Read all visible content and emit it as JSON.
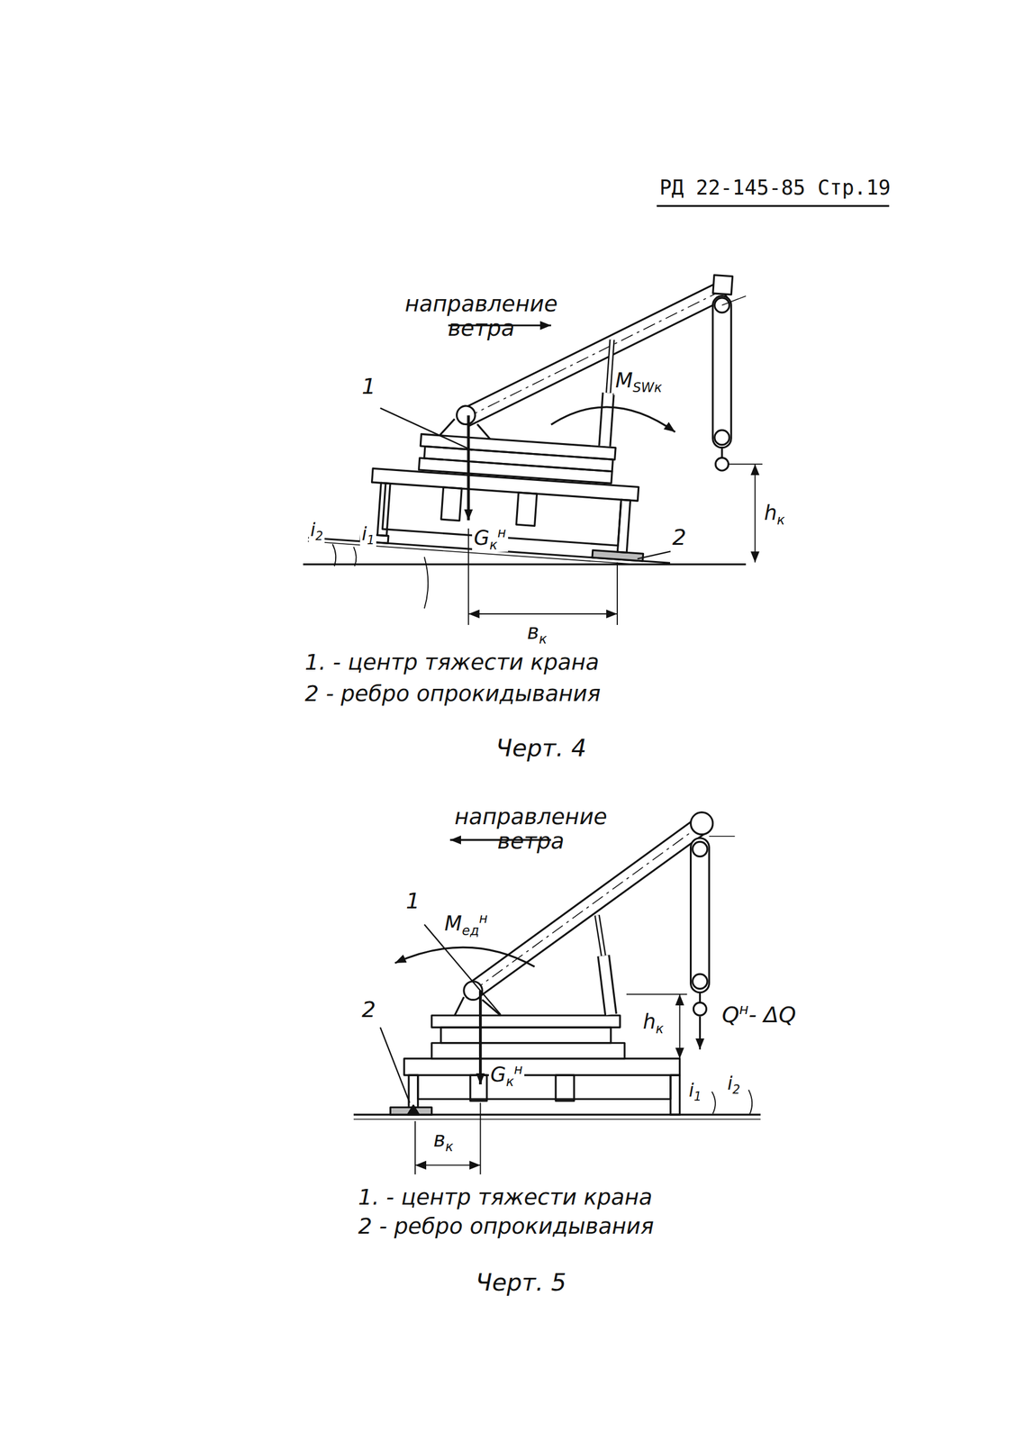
{
  "diagram": {
    "labels": [
      "РД 22-145-85 Стр.19",
      "направление ветра",
      "1",
      "MSWк",
      "Gкн",
      "2",
      "hк",
      "i2",
      "i1",
      "вк",
      "1. - центр тяжести крана",
      "2 - ребро опрокидывания",
      "Черт. 4",
      "направление ветра",
      "1",
      "Mедн",
      "2",
      "hк",
      "Qн- ΔQ",
      "Gкн",
      "i1",
      "i2",
      "вк",
      "1. - центр тяжести крана",
      "2 - ребро опрокидывания",
      "Черт. 5"
    ]
  }
}
